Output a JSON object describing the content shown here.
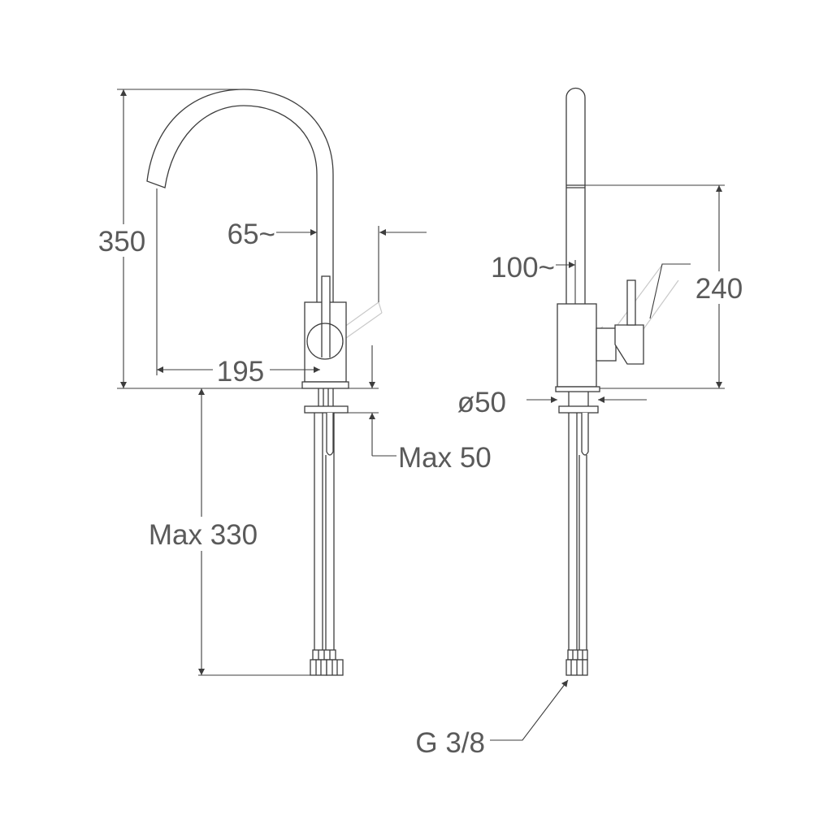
{
  "colors": {
    "line": "#3d3d3d",
    "text": "#5a5a5a",
    "ghost": "#c9c9c9"
  },
  "front_view": {
    "height_label": "350",
    "spout_label": "65~",
    "reach_label": "195",
    "deck_label": "Max 50",
    "hose_label": "Max 330"
  },
  "side_view": {
    "spout_label": "100~",
    "outlet_height_label": "240",
    "base_label": "ø50",
    "thread_label": "G 3/8"
  }
}
